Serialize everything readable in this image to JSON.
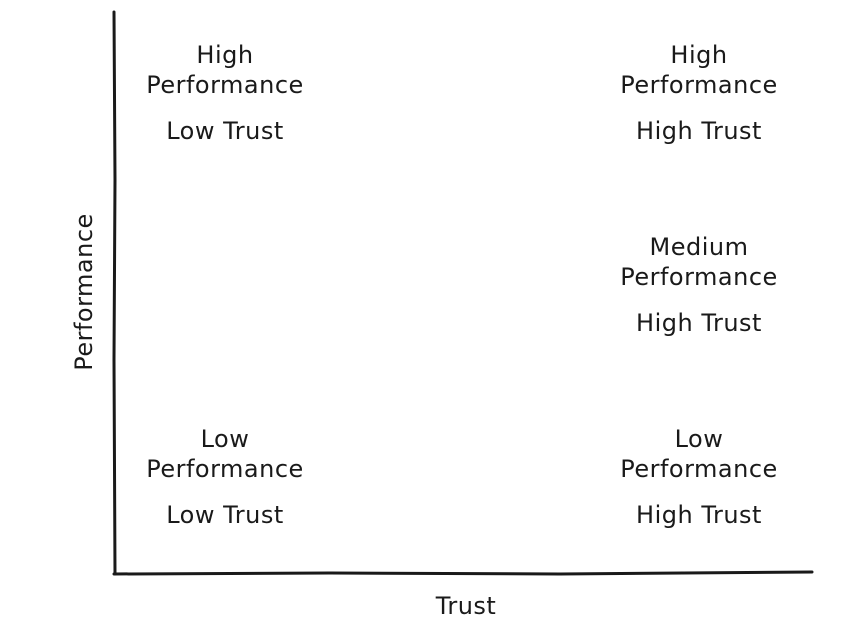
{
  "axes": {
    "x_label": "Trust",
    "y_label": "Performance"
  },
  "cells": {
    "top_left": {
      "perf_line1": "High",
      "perf_line2": "Performance",
      "trust": "Low Trust"
    },
    "top_right": {
      "perf_line1": "High",
      "perf_line2": "Performance",
      "trust": "High Trust"
    },
    "middle_right": {
      "perf_line1": "Medium",
      "perf_line2": "Performance",
      "trust": "High Trust"
    },
    "bottom_left": {
      "perf_line1": "Low",
      "perf_line2": "Performance",
      "trust": "Low Trust"
    },
    "bottom_right": {
      "perf_line1": "Low",
      "perf_line2": "Performance",
      "trust": "High Trust"
    }
  },
  "colors": {
    "ink": "#1a1a1a",
    "background": "#ffffff"
  }
}
